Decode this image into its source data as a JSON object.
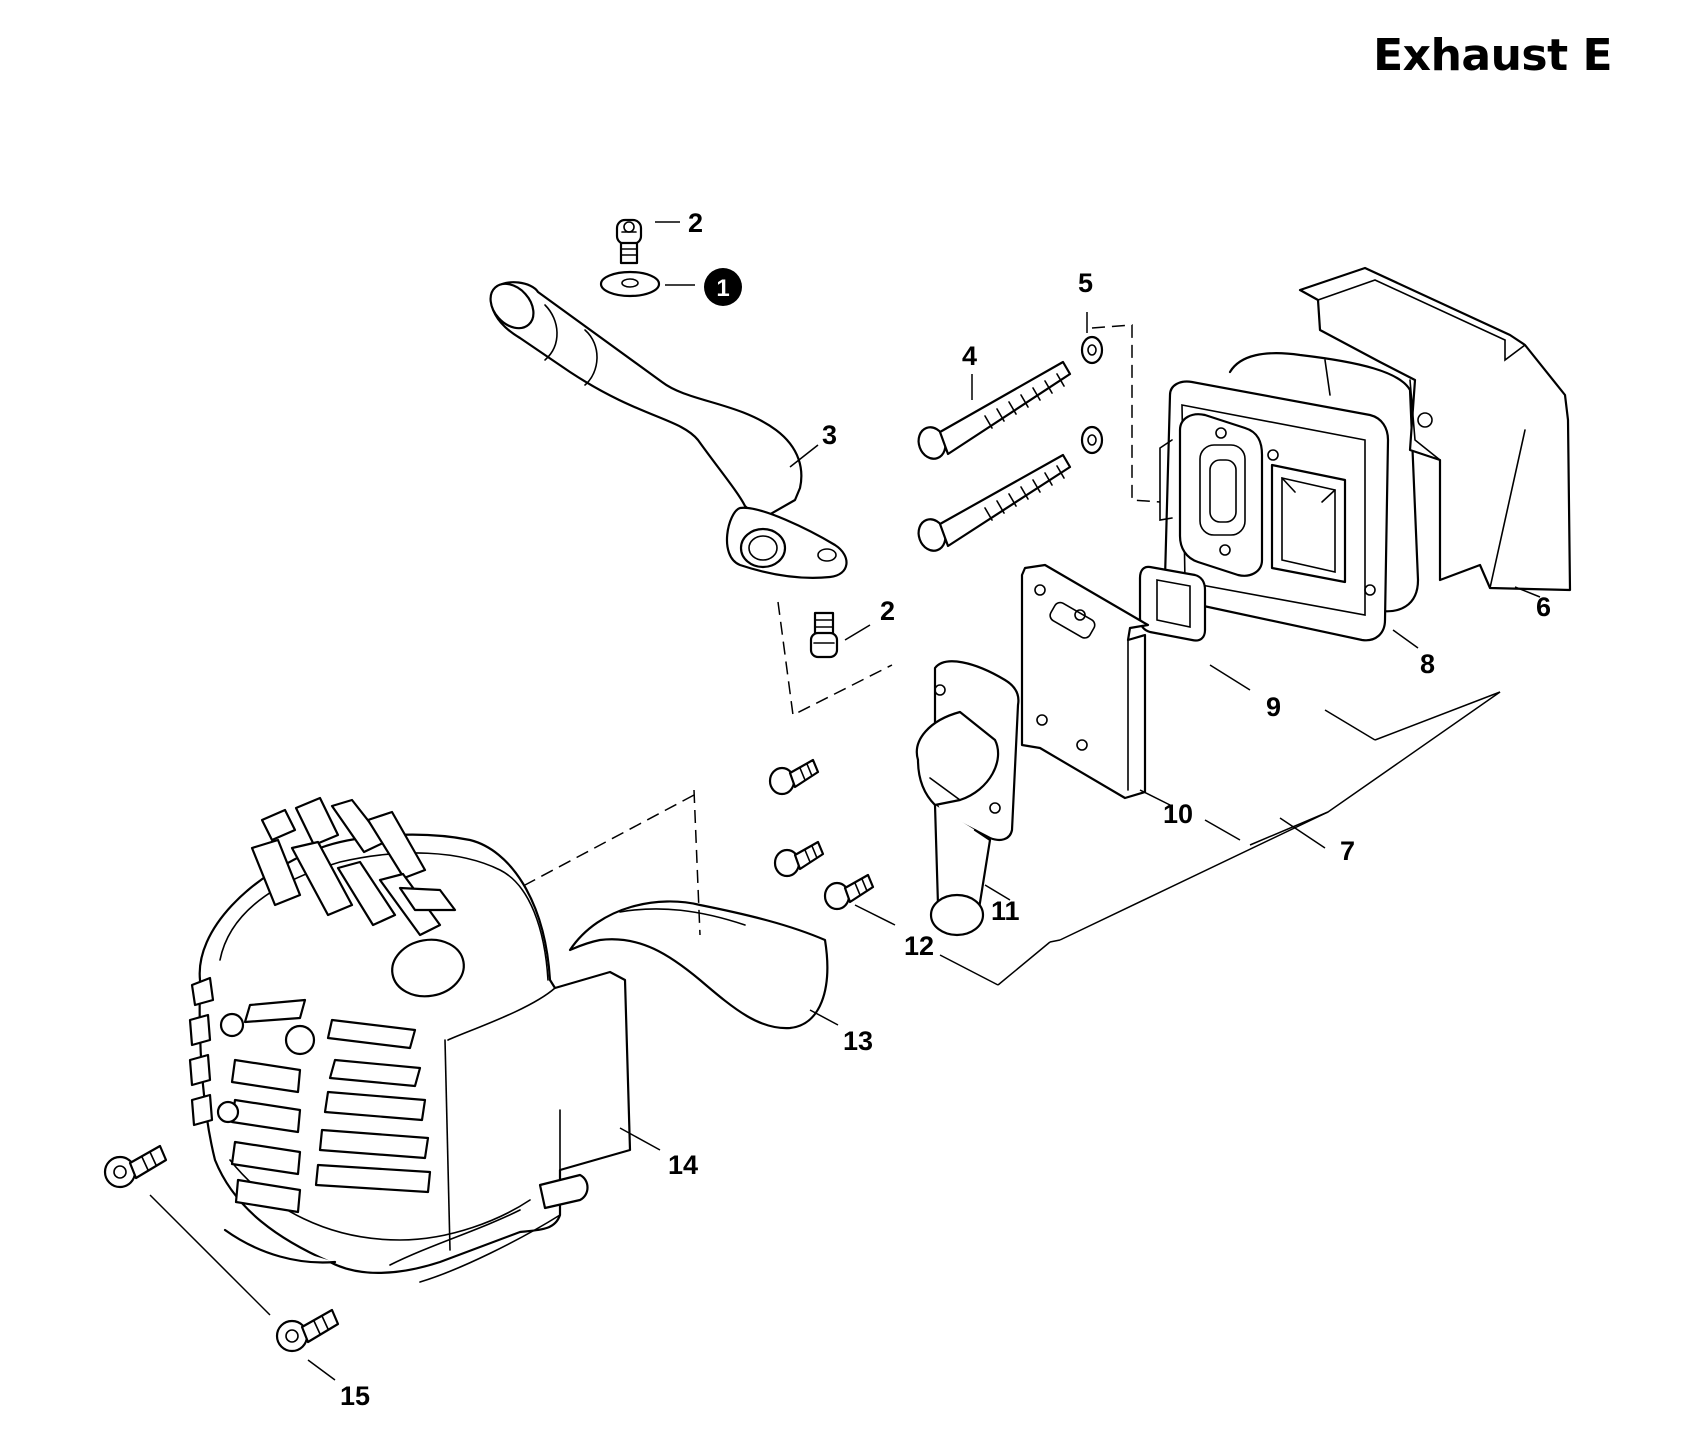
{
  "title": "Exhaust E",
  "callouts": [
    {
      "id": "c1",
      "label": "1",
      "style": "filled-circle"
    },
    {
      "id": "c2a",
      "label": "2"
    },
    {
      "id": "c2b",
      "label": "2"
    },
    {
      "id": "c3",
      "label": "3"
    },
    {
      "id": "c4",
      "label": "4"
    },
    {
      "id": "c5",
      "label": "5"
    },
    {
      "id": "c6",
      "label": "6"
    },
    {
      "id": "c7",
      "label": "7"
    },
    {
      "id": "c8",
      "label": "8"
    },
    {
      "id": "c9",
      "label": "9"
    },
    {
      "id": "c10",
      "label": "10"
    },
    {
      "id": "c11",
      "label": "11"
    },
    {
      "id": "c12",
      "label": "12"
    },
    {
      "id": "c13",
      "label": "13"
    },
    {
      "id": "c14",
      "label": "14"
    },
    {
      "id": "c15",
      "label": "15"
    }
  ]
}
